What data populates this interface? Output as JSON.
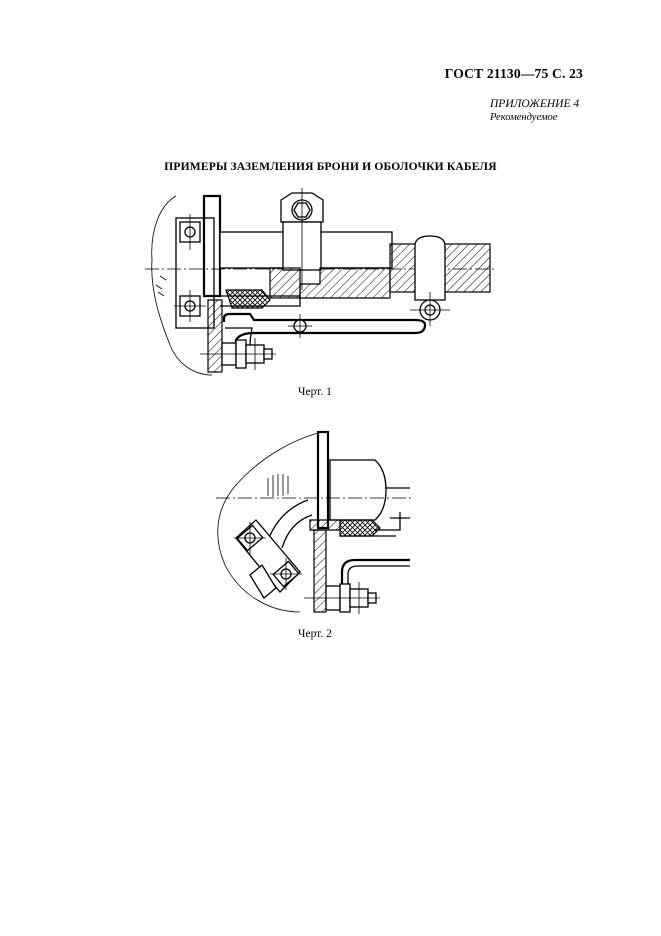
{
  "header": {
    "doc_ref": "ГОСТ 21130—75 С. 23"
  },
  "appendix": {
    "label": "ПРИЛОЖЕНИЕ 4",
    "status": "Рекомендуемое"
  },
  "title": "ПРИМЕРЫ ЗАЗЕМЛЕНИЯ БРОНИ И ОБОЛОЧКИ КАБЕЛЯ",
  "figures": [
    {
      "caption": "Черт. 1"
    },
    {
      "caption": "Черт. 2"
    }
  ]
}
